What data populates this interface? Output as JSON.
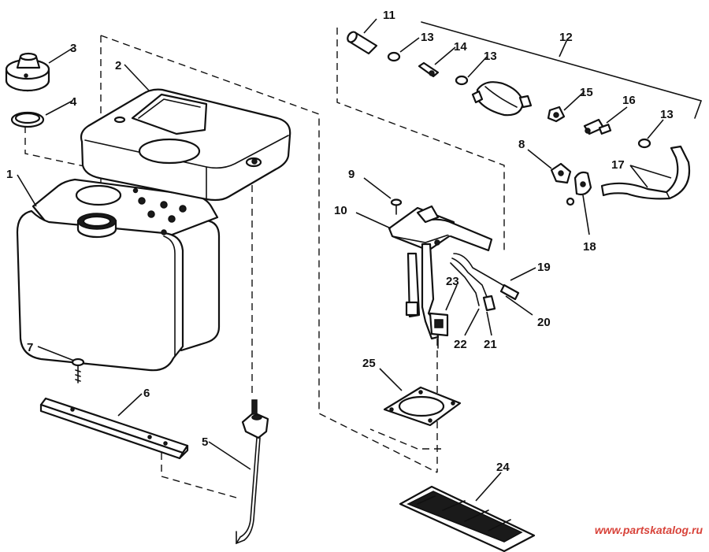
{
  "labels": {
    "p1": "1",
    "p2": "2",
    "p3": "3",
    "p4": "4",
    "p5": "5",
    "p6": "6",
    "p7": "7",
    "p8": "8",
    "p9": "9",
    "p10": "10",
    "p11": "11",
    "p12": "12",
    "p13a": "13",
    "p13b": "13",
    "p13c": "13",
    "p14": "14",
    "p15": "15",
    "p16": "16",
    "p17": "17",
    "p18": "18",
    "p19": "19",
    "p20": "20",
    "p21": "21",
    "p22": "22",
    "p23": "23",
    "p24": "24",
    "p25": "25"
  },
  "watermark": "www.partskatalog.ru",
  "colors": {
    "ink": "#111111",
    "watermark": "#d8433a",
    "background": "#ffffff"
  }
}
